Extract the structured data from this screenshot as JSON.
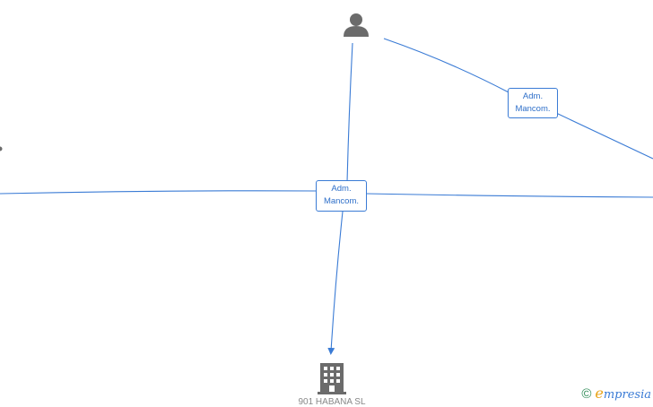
{
  "diagram": {
    "nodes": [
      {
        "id": "person",
        "type": "person",
        "icon": "person-icon"
      },
      {
        "id": "company",
        "type": "company",
        "icon": "building-icon",
        "caption": "901 HABANA SL"
      }
    ],
    "edges": [
      {
        "id": "edge-top-right",
        "label_line1": "Adm.",
        "label_line2": "Mancom."
      },
      {
        "id": "edge-center",
        "label_line1": "Adm.",
        "label_line2": "Mancom."
      }
    ]
  },
  "footer": {
    "copyright_symbol": "©",
    "brand_initial": "e",
    "brand_rest": "mpresia"
  },
  "colors": {
    "edge": "#3a7bd5",
    "icon": "#6b6b6b",
    "brand": "#3a7bd5",
    "brand_accent": "#e8a317",
    "copyright": "#2e8b57"
  }
}
